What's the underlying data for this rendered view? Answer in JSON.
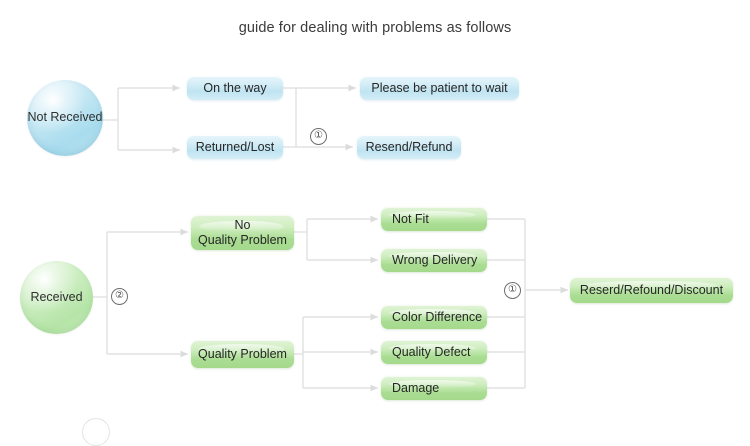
{
  "title": "guide for dealing with problems as follows",
  "branches": {
    "not_received": {
      "root": {
        "label": "Not\nReceived",
        "shape": "circle",
        "color": "#bfe4f1"
      },
      "stage1": [
        {
          "label": "On the way"
        },
        {
          "label": "Returned/Lost"
        }
      ],
      "stage2": [
        {
          "label": "Please be patient to wait"
        },
        {
          "label": "Resend/Refund"
        }
      ],
      "markers": [
        {
          "symbol": "①"
        }
      ]
    },
    "received": {
      "root": {
        "label": "Received",
        "shape": "circle",
        "color": "#aadd93"
      },
      "marker": {
        "symbol": "②"
      },
      "stage1": [
        {
          "label": "No\nQuality Problem"
        },
        {
          "label": "Quality Problem"
        }
      ],
      "no_quality_problem_leaves": [
        {
          "label": "Not Fit"
        },
        {
          "label": "Wrong Delivery"
        }
      ],
      "quality_problem_leaves": [
        {
          "label": "Color Difference"
        },
        {
          "label": "Quality Defect"
        },
        {
          "label": "Damage"
        }
      ],
      "converge_marker": {
        "symbol": "①"
      },
      "outcome": {
        "label": "Reserd/Refound/Discount"
      }
    }
  },
  "colors": {
    "blue_fill": "#bfe4f1",
    "green_fill": "#aadd93",
    "connector": "#dcdcdc",
    "text": "#262626",
    "title_text": "#3b3b3b"
  }
}
